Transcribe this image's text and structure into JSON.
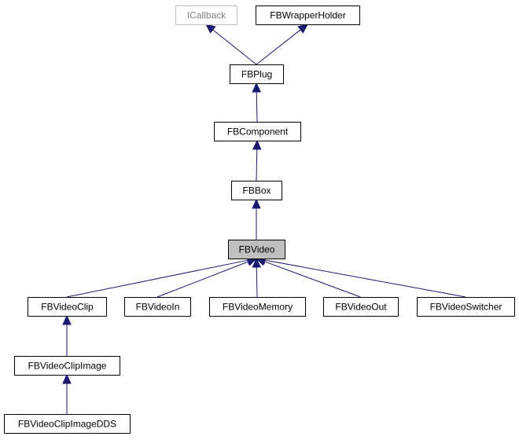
{
  "diagram": {
    "nodes": [
      {
        "id": "icallback",
        "label": "ICallback",
        "style": "external"
      },
      {
        "id": "fbwrapperholder",
        "label": "FBWrapperHolder",
        "style": "normal"
      },
      {
        "id": "fbplug",
        "label": "FBPlug",
        "style": "normal"
      },
      {
        "id": "fbcomponent",
        "label": "FBComponent",
        "style": "normal"
      },
      {
        "id": "fbbox",
        "label": "FBBox",
        "style": "normal"
      },
      {
        "id": "fbvideo",
        "label": "FBVideo",
        "style": "highlighted"
      },
      {
        "id": "fbvideoclip",
        "label": "FBVideoClip",
        "style": "normal"
      },
      {
        "id": "fbvideoin",
        "label": "FBVideoIn",
        "style": "normal"
      },
      {
        "id": "fbvideomemory",
        "label": "FBVideoMemory",
        "style": "normal"
      },
      {
        "id": "fbvideoout",
        "label": "FBVideoOut",
        "style": "normal"
      },
      {
        "id": "fbvideoswitcher",
        "label": "FBVideoSwitcher",
        "style": "normal"
      },
      {
        "id": "fbvideoclipimage",
        "label": "FBVideoClipImage",
        "style": "normal"
      },
      {
        "id": "fbvideoclipimagedds",
        "label": "FBVideoClipImageDDS",
        "style": "normal"
      }
    ],
    "edges": [
      {
        "from": "fbplug",
        "to": "icallback"
      },
      {
        "from": "fbplug",
        "to": "fbwrapperholder"
      },
      {
        "from": "fbcomponent",
        "to": "fbplug"
      },
      {
        "from": "fbbox",
        "to": "fbcomponent"
      },
      {
        "from": "fbvideo",
        "to": "fbbox"
      },
      {
        "from": "fbvideoclip",
        "to": "fbvideo"
      },
      {
        "from": "fbvideoin",
        "to": "fbvideo"
      },
      {
        "from": "fbvideomemory",
        "to": "fbvideo"
      },
      {
        "from": "fbvideoout",
        "to": "fbvideo"
      },
      {
        "from": "fbvideoswitcher",
        "to": "fbvideo"
      },
      {
        "from": "fbvideoclipimage",
        "to": "fbvideoclip"
      },
      {
        "from": "fbvideoclipimagedds",
        "to": "fbvideoclipimage"
      }
    ],
    "colors": {
      "node_border": "#000000",
      "external_border": "#bfbfbf",
      "external_text": "#808080",
      "highlight_fill": "#bfbfbf",
      "edge": "#191970",
      "background": "#ffffff"
    }
  }
}
